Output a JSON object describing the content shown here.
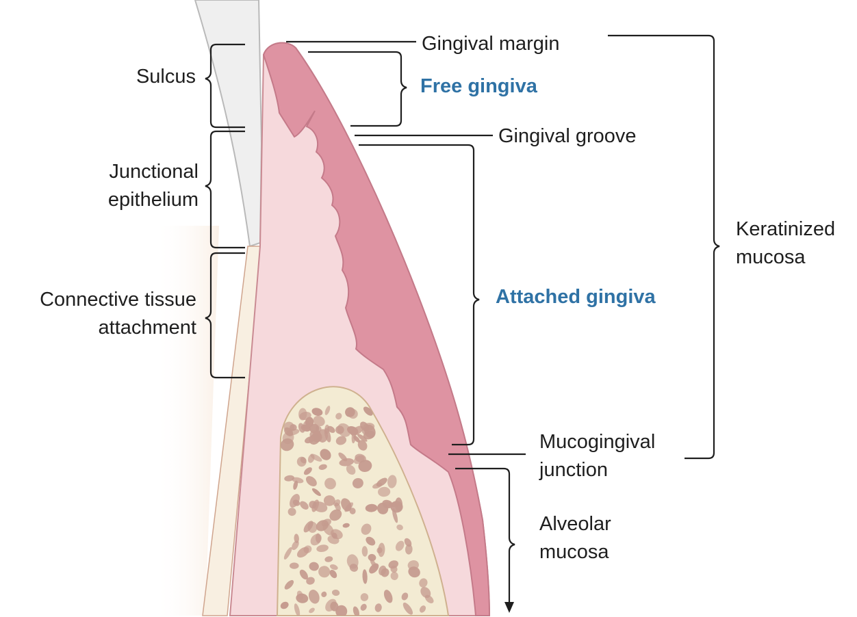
{
  "labels": {
    "sulcus": "Sulcus",
    "junctional": [
      "Junctional",
      "epithelium"
    ],
    "connective": [
      "Connective tissue",
      "attachment"
    ],
    "gingival_margin": "Gingival margin",
    "free_gingiva": "Free gingiva",
    "gingival_groove": "Gingival groove",
    "attached_gingiva": "Attached gingiva",
    "keratinized": [
      "Keratinized",
      "mucosa"
    ],
    "mucogingival": [
      "Mucogingival",
      "junction"
    ],
    "alveolar": [
      "Alveolar",
      "mucosa"
    ]
  },
  "colors": {
    "emphasis": "#2f72a5",
    "text": "#1e1e1e",
    "gingiva_dark": "#d98a9a",
    "gingiva_light": "#f6d9dc",
    "bone": "#f3ebd3",
    "bone_pores": "#c59b8f",
    "tooth": "#efefef"
  }
}
